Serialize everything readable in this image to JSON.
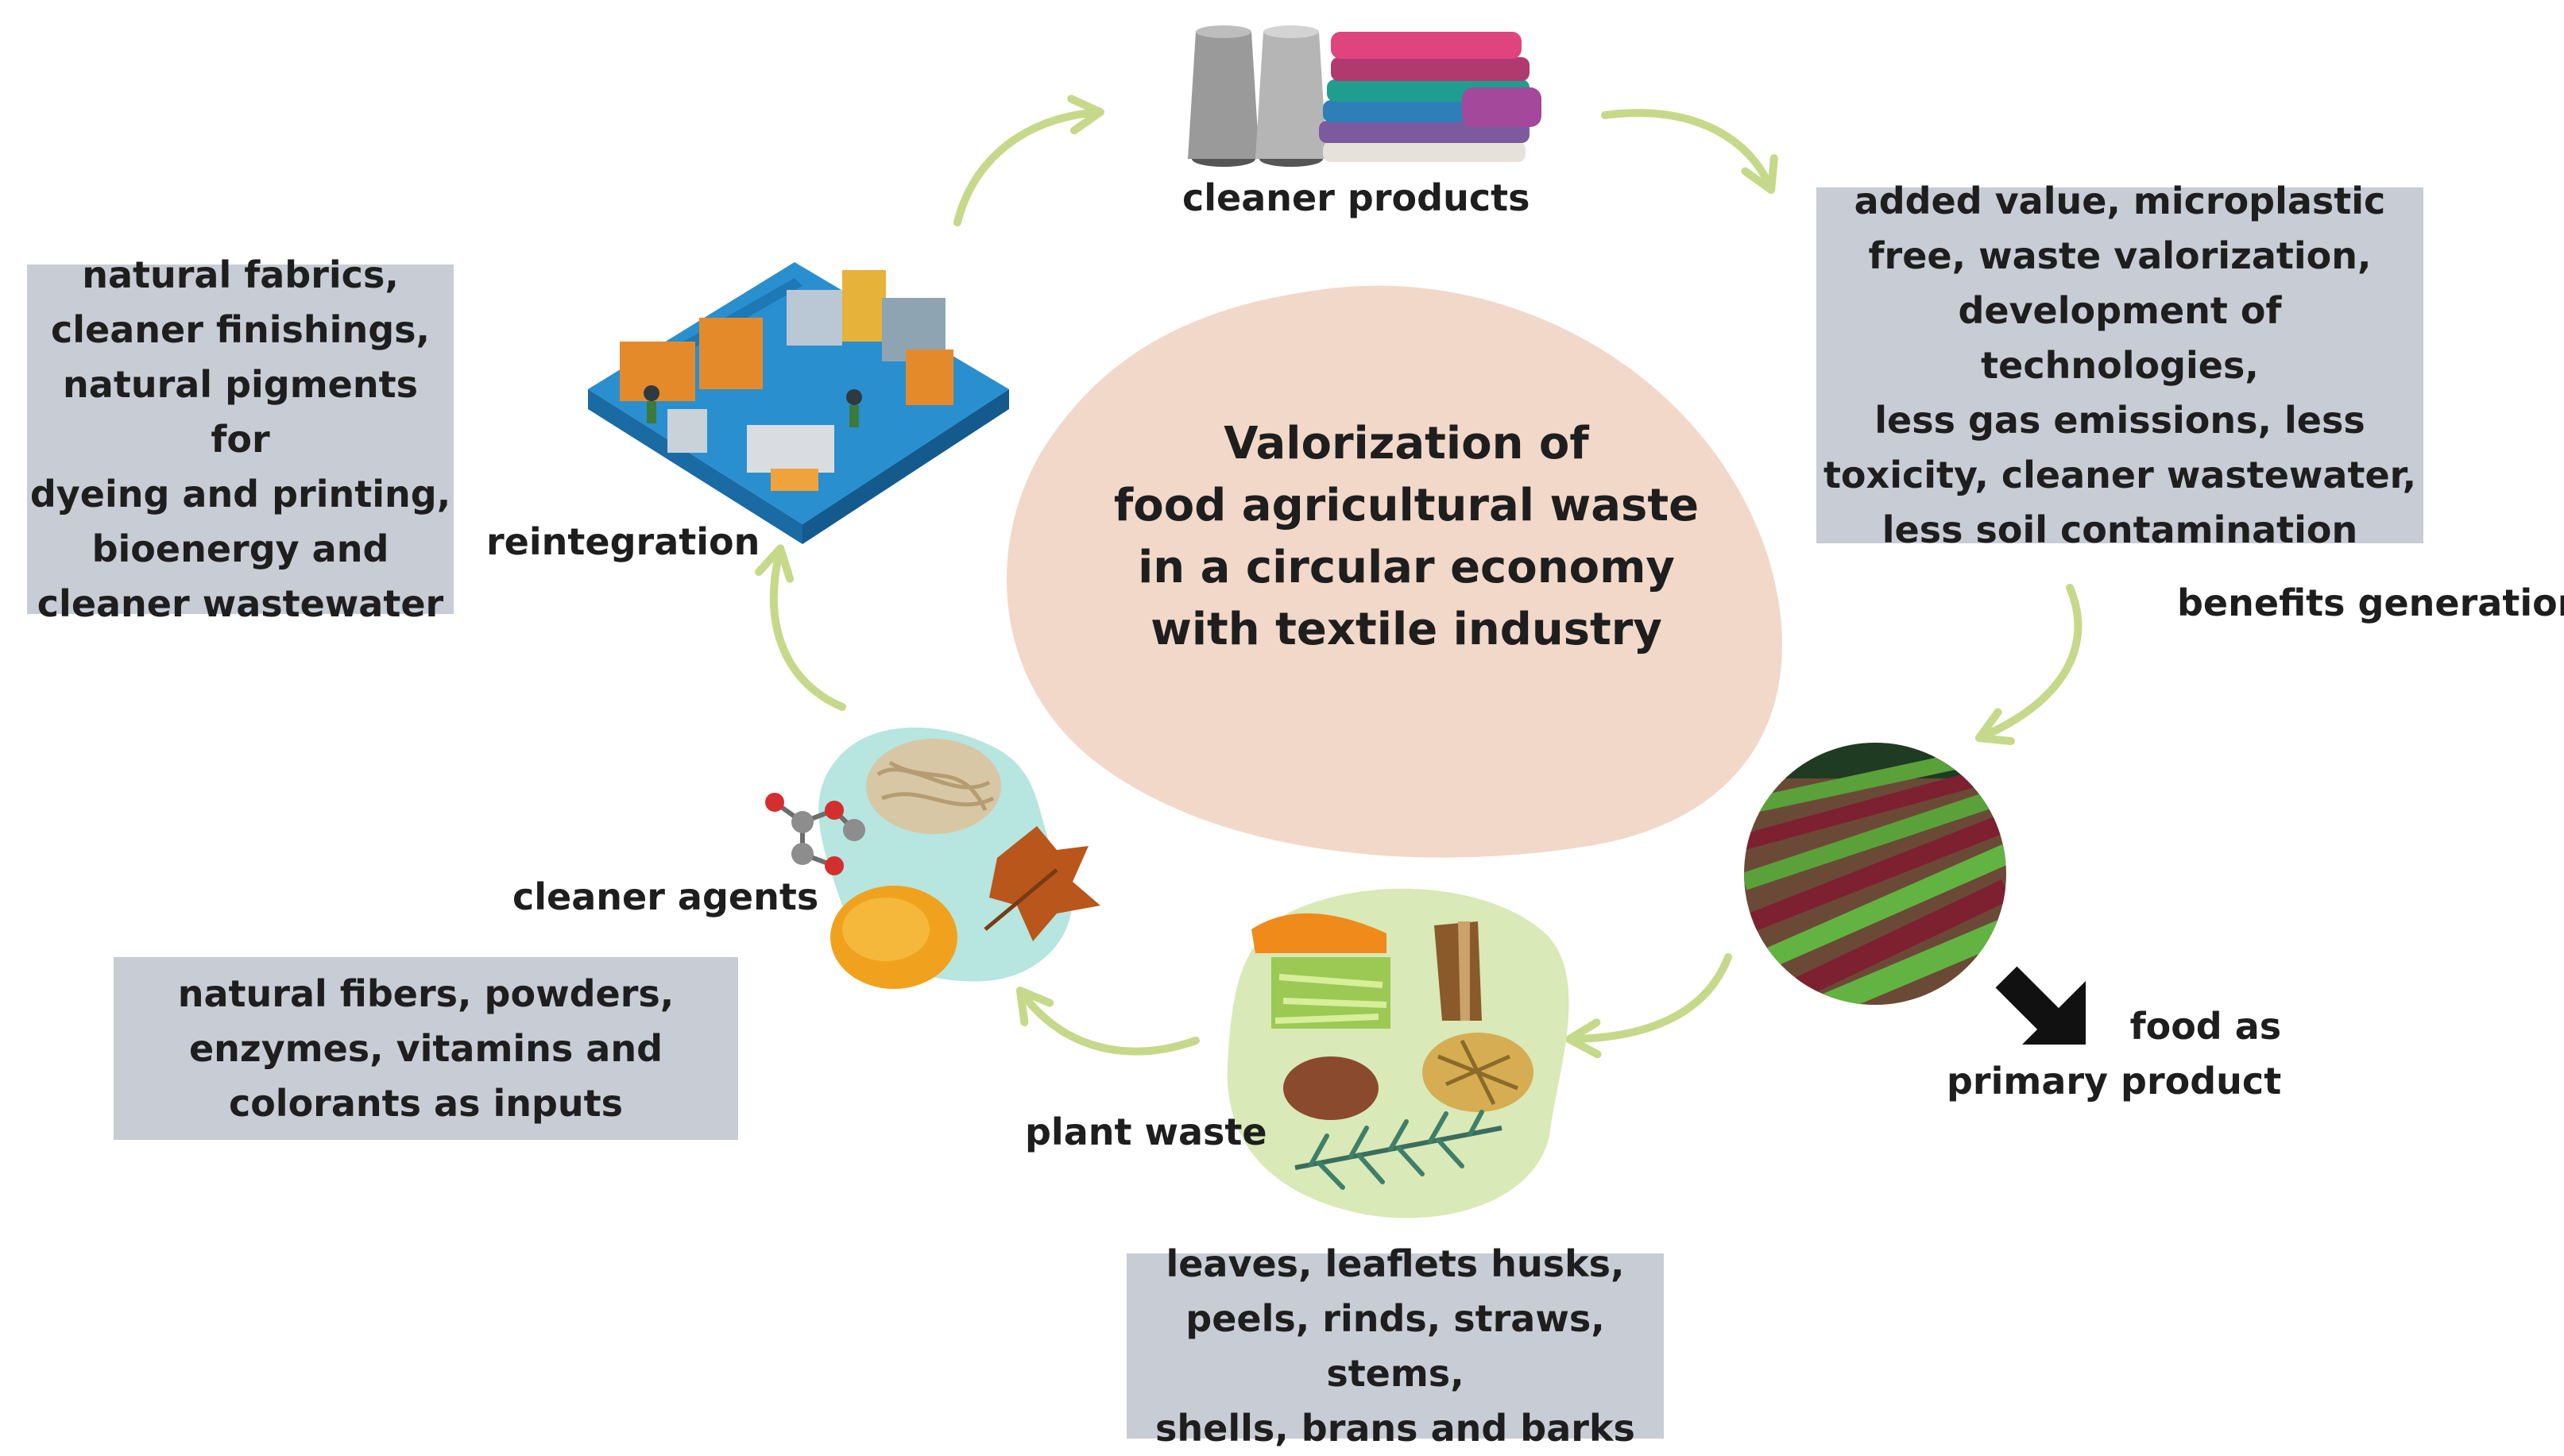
{
  "title": "Valorization of\nfood agricultural waste\nin a circular economy\nwith textile industry",
  "stages": {
    "cleaner_products": "cleaner products",
    "benefits_generation": "benefits generation",
    "food_primary": "food as\nprimary product",
    "plant_waste": "plant waste",
    "cleaner_agents": "cleaner agents",
    "reintegration": "reintegration"
  },
  "boxes": {
    "benefits": "added value, microplastic\nfree, waste valorization,\ndevelopment of technologies,\nless gas emissions, less\ntoxicity, cleaner wastewater,\nless soil contamination",
    "plant_waste": "leaves, leaflets husks,\npeels, rinds, straws, stems,\nshells, brans and barks",
    "cleaner_agents": "natural fibers, powders,\nenzymes, vitamins and\ncolorants as inputs",
    "reintegration": "natural fabrics,\ncleaner finishings,\nnatural pigments for\ndyeing and printing,\nbioenergy and\ncleaner wastewater"
  },
  "colors": {
    "center_blob": "#f2d8c9",
    "arrow": "#c6d98a",
    "box_bg": "#c7ccd5",
    "waste_blob": "#d9e9b7",
    "agents_blob": "#b7e5df"
  },
  "icons": {
    "textiles": "yarn-and-folded-clothes-illustration",
    "factory": "isometric-textile-factory-illustration",
    "field": "crop-field-illustration",
    "plant_waste": "plant-waste-collage",
    "agents": "natural-agents-collage",
    "pointer": "black-arrow-icon"
  }
}
